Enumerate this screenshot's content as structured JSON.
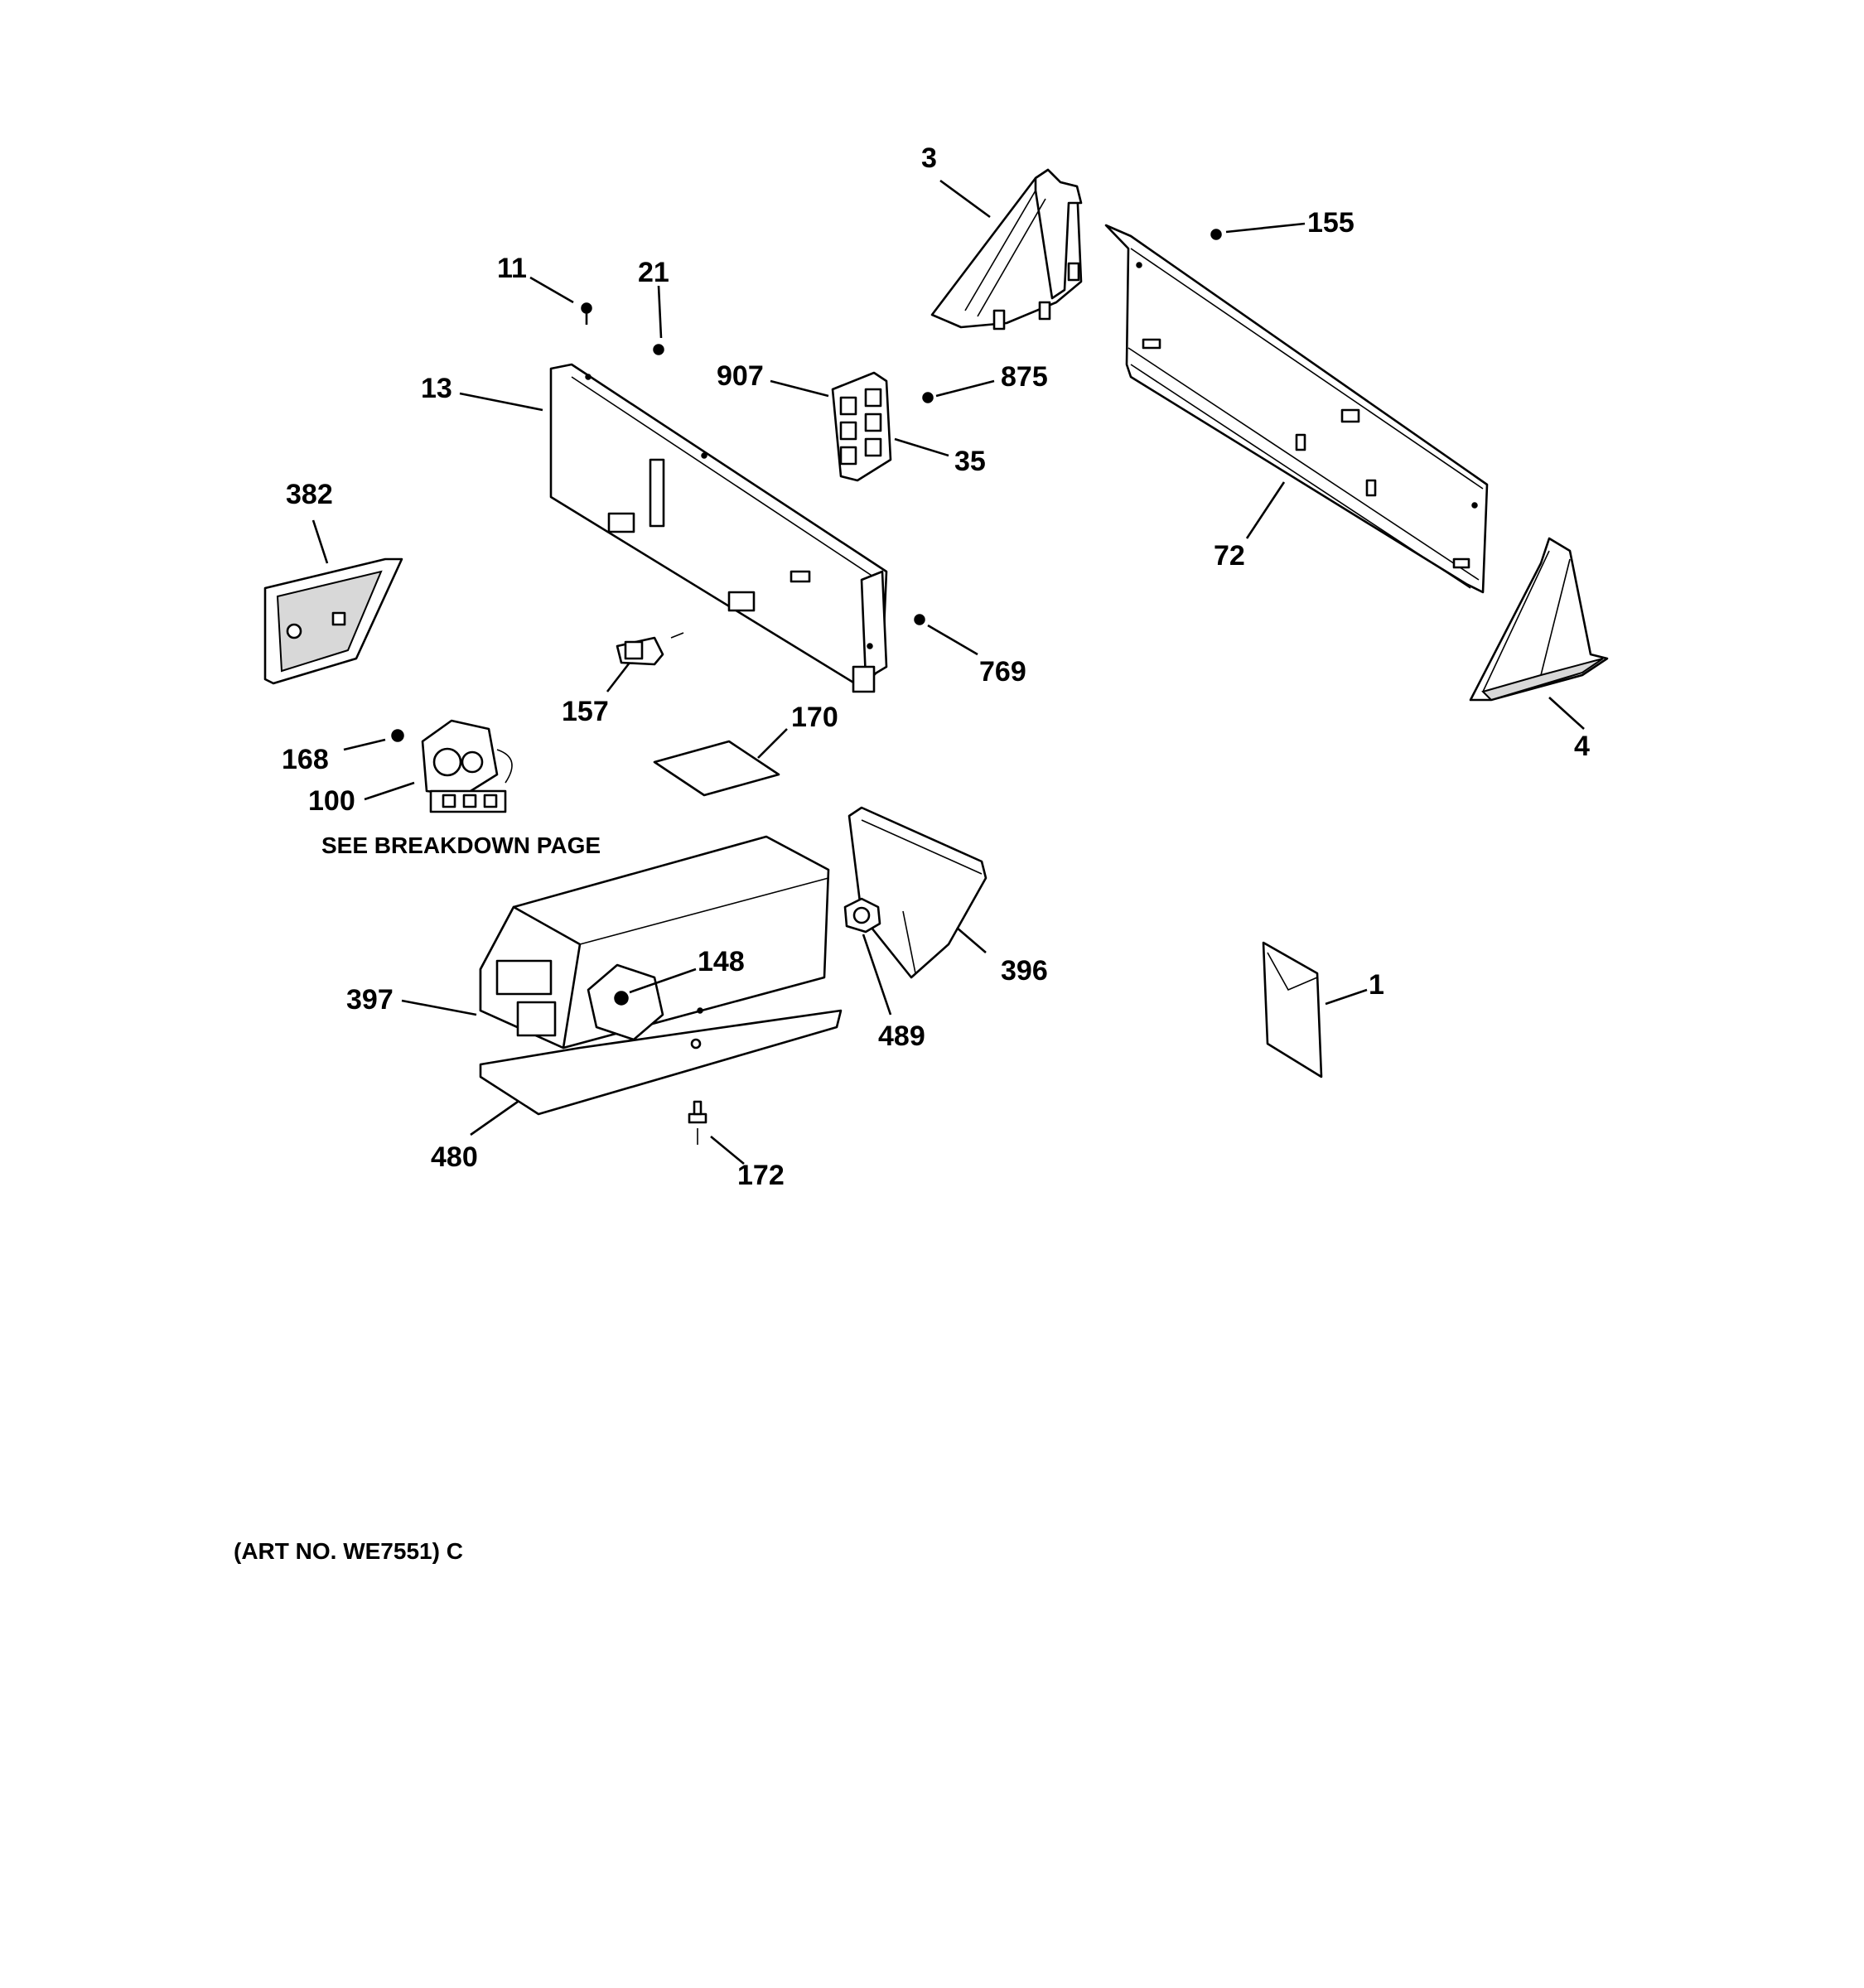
{
  "labels": {
    "p3": "3",
    "p155": "155",
    "p11": "11",
    "p21": "21",
    "p907": "907",
    "p875": "875",
    "p13": "13",
    "p35": "35",
    "p72": "72",
    "p382": "382",
    "p769": "769",
    "p157": "157",
    "p170": "170",
    "p4": "4",
    "p168": "168",
    "p100": "100",
    "p148": "148",
    "p396": "396",
    "p397": "397",
    "p489": "489",
    "p1": "1",
    "p480": "480",
    "p172": "172"
  },
  "notes": {
    "breakdown": "SEE BREAKDOWN PAGE",
    "art_no": "(ART NO. WE7551) C"
  }
}
